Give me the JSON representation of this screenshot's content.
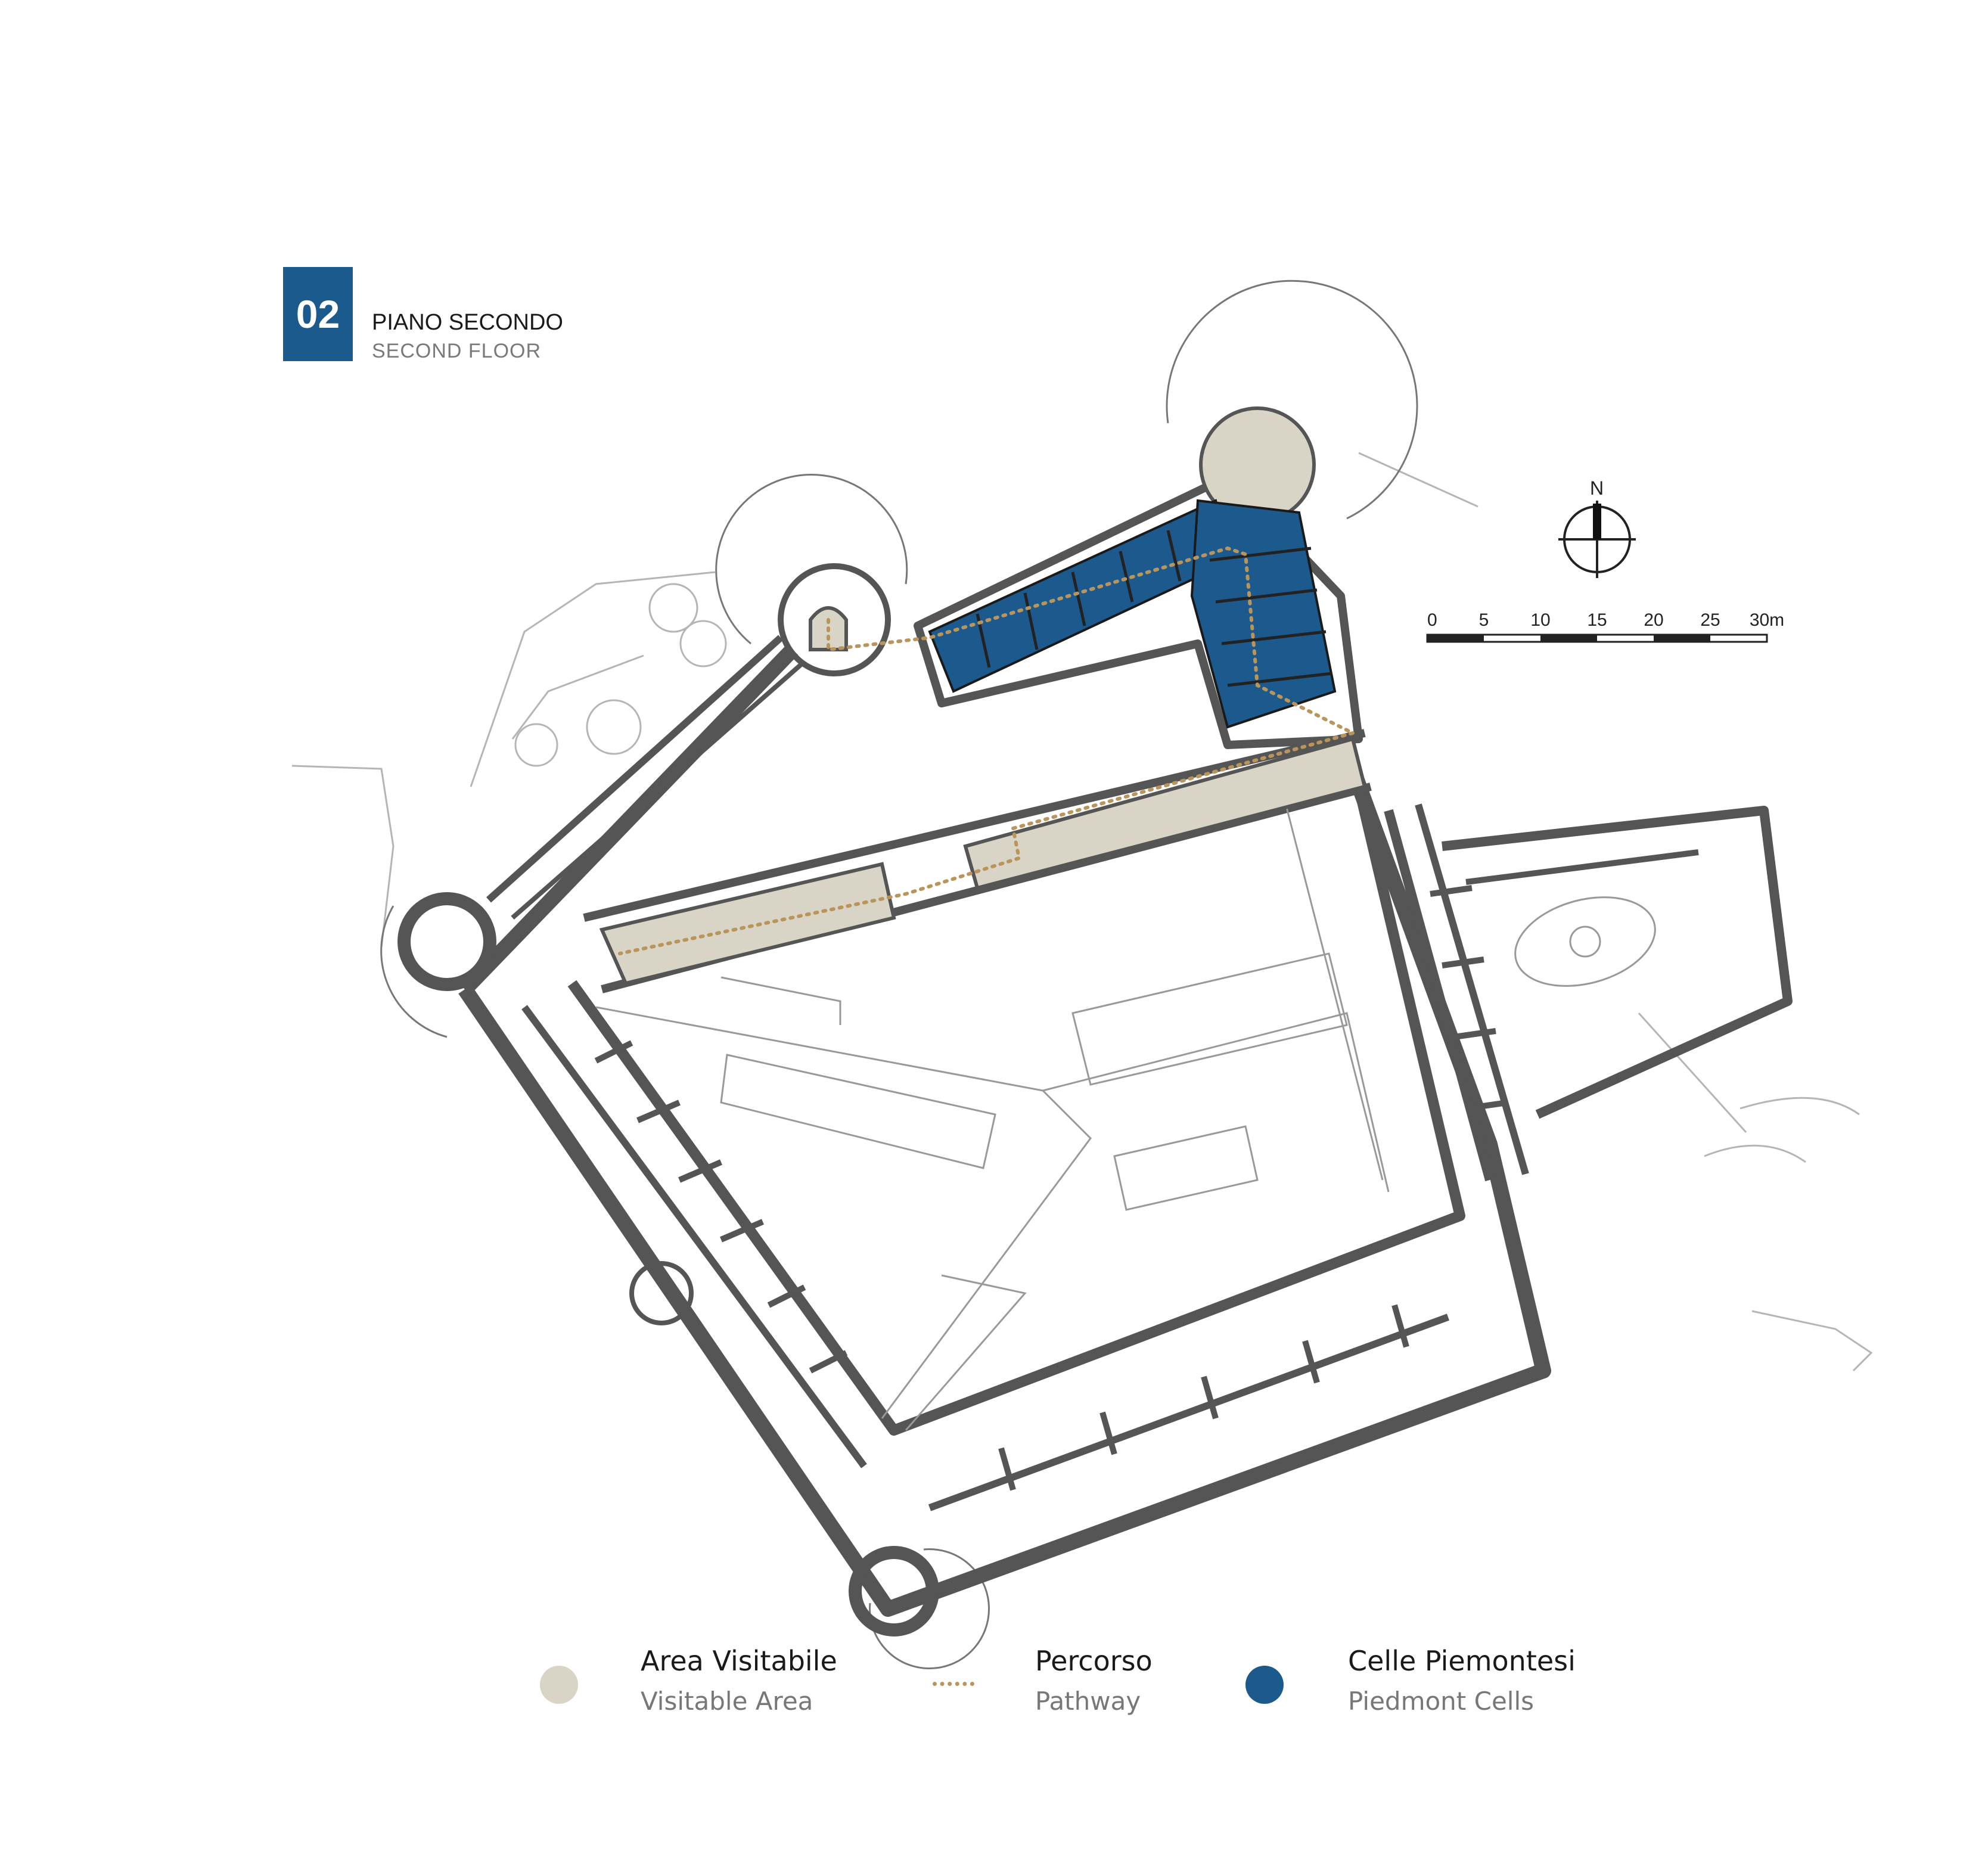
{
  "header": {
    "floor_number": "02",
    "title": "PIANO SECONDO",
    "subtitle": "SECOND FLOOR"
  },
  "compass": {
    "label": "N"
  },
  "scale": {
    "ticks": [
      "0",
      "5",
      "10",
      "15",
      "20",
      "25",
      "30m"
    ]
  },
  "legend": {
    "visitable": {
      "title": "Area Visitabile",
      "subtitle": "Visitable Area"
    },
    "pathway": {
      "title": "Percorso",
      "subtitle": "Pathway"
    },
    "cells": {
      "title": "Celle Piemontesi",
      "subtitle": "Piedmont Cells"
    }
  },
  "colors": {
    "brand_blue": "#1a5a8c",
    "cells_blue": "#1c5a8e",
    "visitable_beige": "#d8d4c6",
    "pathway_gold": "#b9955b",
    "wall_gray": "#555555",
    "context_line": "#b5b5b5"
  }
}
